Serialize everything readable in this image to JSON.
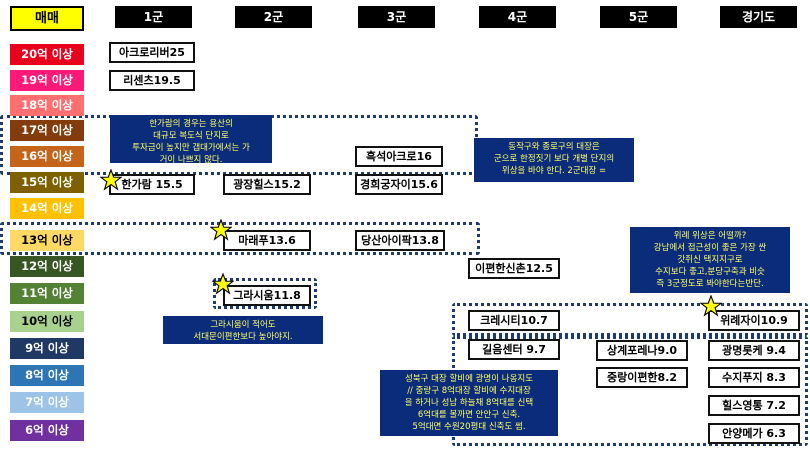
{
  "header": {
    "title": "매매",
    "columns": [
      "1군",
      "2군",
      "3군",
      "4군",
      "5군",
      "경기도"
    ]
  },
  "tiers": [
    {
      "label": "20억 이상",
      "color": "#e8001c"
    },
    {
      "label": "19억 이상",
      "color": "#ff1a79"
    },
    {
      "label": "18억 이상",
      "color": "#ff6f6f"
    },
    {
      "label": "17억 이상",
      "color": "#843c0c"
    },
    {
      "label": "16억 이상",
      "color": "#c5651c"
    },
    {
      "label": "15억 이상",
      "color": "#7f6000"
    },
    {
      "label": "14억 이상",
      "color": "#ffc000"
    },
    {
      "label": "13억 이상",
      "color": "#ffd966"
    },
    {
      "label": "12억 이상",
      "color": "#375623"
    },
    {
      "label": "11억 이상",
      "color": "#548235"
    },
    {
      "label": "10억 이상",
      "color": "#a9d18e"
    },
    {
      "label": "9억 이상",
      "color": "#1f3864"
    },
    {
      "label": "8억 이상",
      "color": "#2e75b6"
    },
    {
      "label": "7억 이상",
      "color": "#9dc3e6"
    },
    {
      "label": "6억 이상",
      "color": "#7030a0"
    }
  ],
  "apartments": [
    "아크로리버25",
    "리센츠19.5",
    "흑석아크로16",
    "한가람 15.5",
    "광장힐스15.2",
    "경희궁자이15.6",
    "마래푸13.6",
    "당산아이팍13.8",
    "이편한신촌12.5",
    "그라시움11.8",
    "크레시티10.7",
    "위례자이10.9",
    "길음센터 9.7",
    "상계포레나9.0",
    "광명롯케 9.4",
    "중랑이편한8.2",
    "수지푸지 8.3",
    "힐스영통 7.2",
    "안양메가 6.3"
  ],
  "notes": {
    "hangaram": "한가람의 경우는 용산의\n대규모 복도식 단지로\n투자금이 높지만 갭대가에서는 가\n거이 나쁘지 않다.",
    "dongjak": "동작구와 종로구의 대장은\n군으로 한정짓기 보다 개별 단지의\n위상을 바야 한다. 2군대장 =",
    "wirye": "위례 위상은 어떨까?\n강남에서 접근성이 좋은 가장 싼\n갓쥐신 택지지구로\n수지보다 좋고,분당구축과 비슷\n즉 3군정도로 봐야한다는반단.",
    "gracium": "그라시움이 적어도\n서대문이편한보다 높아야지.",
    "seongbuk": "성북구 대장 할비에 광명이 나옹지도\n// 중랑구 8억대장 할비에 수지대장\n을 하거나 성남 하늘채 8억대를 신택\n6억대를 볼까면 안안구 신축.\n5억대면 수원20평대 신축도 썸."
  },
  "colors": {
    "note_bg": "#0b2c7a",
    "note_text": "#ffff66",
    "star": "#ffff00",
    "band": "#1d3b6e"
  }
}
